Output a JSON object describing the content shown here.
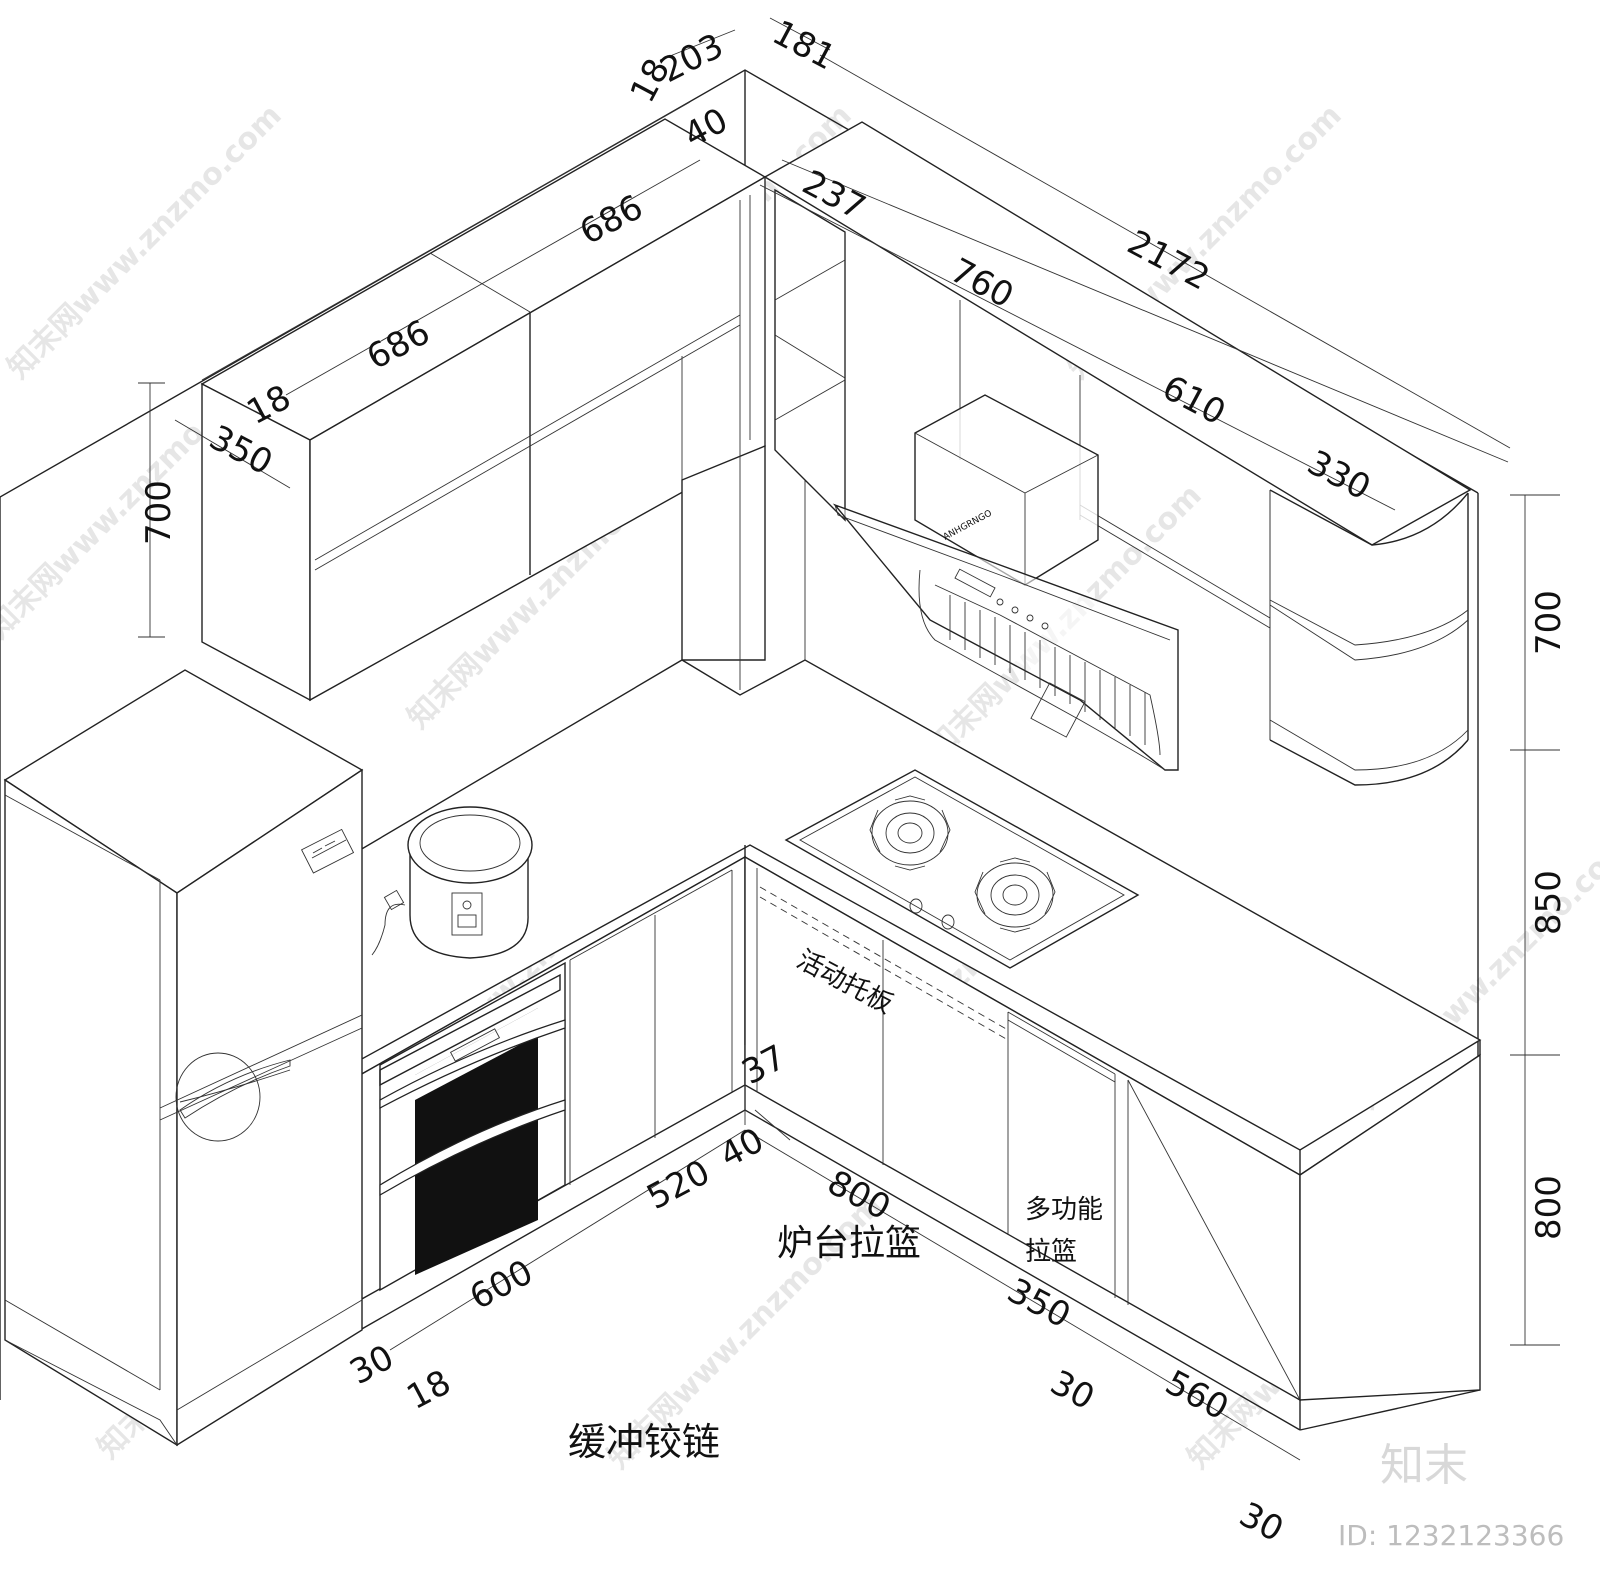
{
  "dimensions": {
    "upper_18a": "18",
    "upper_203": "203",
    "upper_181": "181",
    "upper_40": "40",
    "upper_686a": "686",
    "upper_686b": "686",
    "upper_18b": "18",
    "upper_350": "350",
    "upper_237": "237",
    "upper_760": "760",
    "upper_2172": "2172",
    "upper_610": "610",
    "upper_330": "330",
    "left_700": "700",
    "right_700": "700",
    "right_850": "850",
    "right_800": "800",
    "base_37": "37",
    "base_40": "40",
    "base_520": "520",
    "base_800": "800",
    "base_600": "600",
    "base_350": "350",
    "base_30a": "30",
    "base_18": "18",
    "base_30b": "30",
    "base_560": "560",
    "base_30c": "30"
  },
  "labels": {
    "movable_shelf": "活动托板",
    "stove_basket": "炉台拉篮",
    "multi_basket_line1": "多功能",
    "multi_basket_line2": "拉篮",
    "buffer_hinge": "缓冲铰链",
    "hood_brand": "ANHGRNGO"
  },
  "watermark": {
    "text": "知末网www.znzmo.com"
  },
  "branding": {
    "logo_text": "知末",
    "id_text": "ID: 1232123366"
  }
}
